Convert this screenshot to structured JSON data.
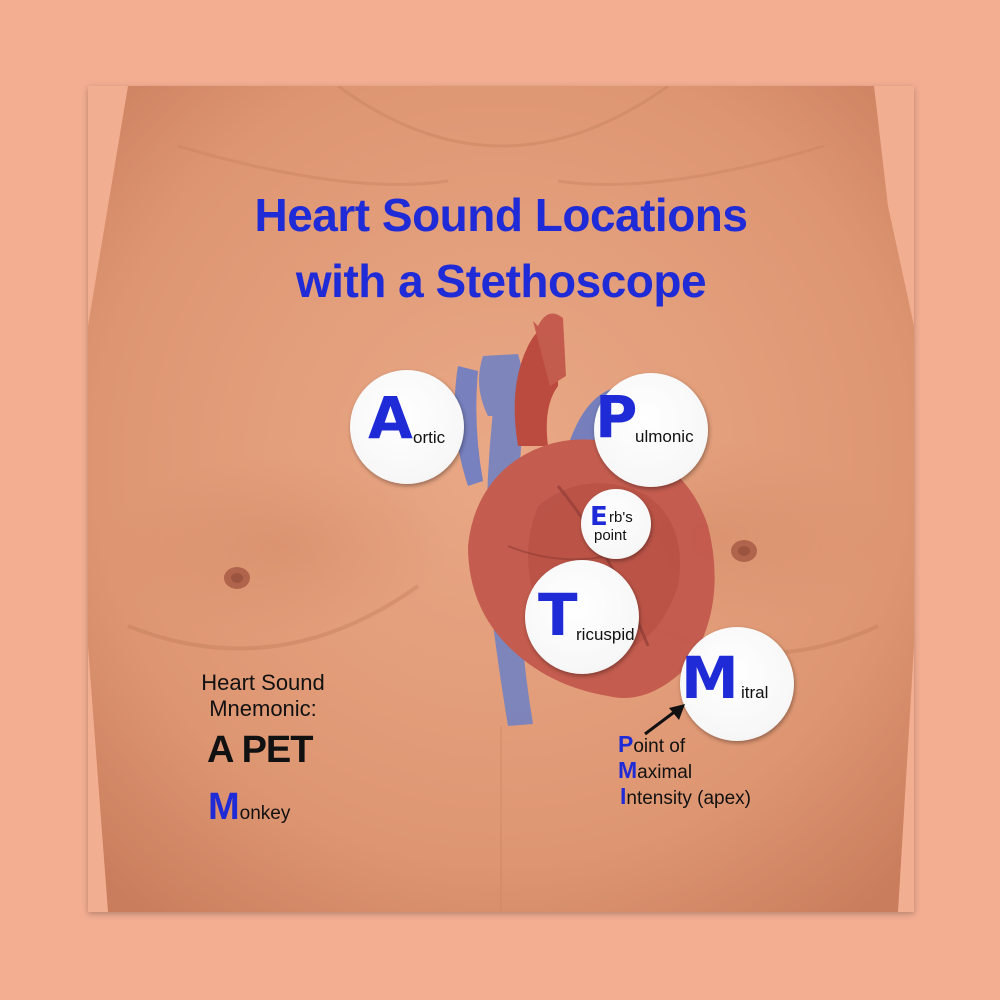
{
  "title": {
    "line1": "Heart Sound Locations",
    "line2": "with a Stethoscope"
  },
  "locations": {
    "aortic": {
      "initial": "A",
      "rest": "ortic"
    },
    "pulmonic": {
      "initial": "P",
      "rest": "ulmonic"
    },
    "erbs": {
      "initial": "E",
      "rest": "rb's",
      "line2": "point"
    },
    "tricuspid": {
      "initial": "T",
      "rest": "ricuspid"
    },
    "mitral": {
      "initial": "M",
      "rest": "itral"
    }
  },
  "mnemonic": {
    "label_line1": "Heart Sound",
    "label_line2": "Mnemonic:",
    "phrase": "A PET",
    "monkey_initial": "M",
    "monkey_rest": "onkey"
  },
  "pmi": {
    "p_initial": "P",
    "p_rest": "oint of",
    "m_initial": "M",
    "m_rest": "aximal",
    "i_initial": "I",
    "i_rest": "ntensity (apex)"
  },
  "colors": {
    "accent": "#1f2bd6",
    "background": "#f3ae92",
    "skin": "#e8a583"
  }
}
